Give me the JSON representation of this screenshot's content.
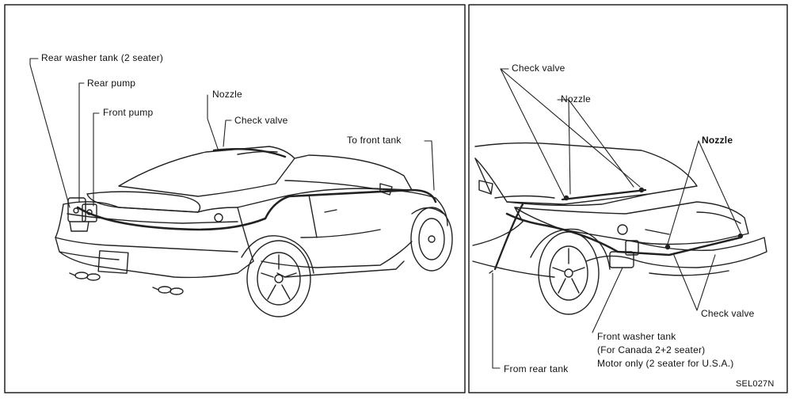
{
  "left_panel": {
    "labels": {
      "rear_washer_tank": "Rear washer tank (2 seater)",
      "rear_pump": "Rear pump",
      "front_pump": "Front pump",
      "nozzle": "Nozzle",
      "check_valve": "Check valve",
      "to_front_tank": "To front tank"
    }
  },
  "right_panel": {
    "labels": {
      "check_valve_top": "Check valve",
      "nozzle_top": "Nozzle",
      "nozzle_right": "Nozzle",
      "check_valve_bottom": "Check valve",
      "front_washer_tank_line1": "Front washer tank",
      "front_washer_tank_line2": "(For Canada 2+2 seater)",
      "front_washer_tank_line3": "Motor only (2 seater for U.S.A.)",
      "from_rear_tank": "From rear tank"
    }
  },
  "figure_code": "SEL027N"
}
